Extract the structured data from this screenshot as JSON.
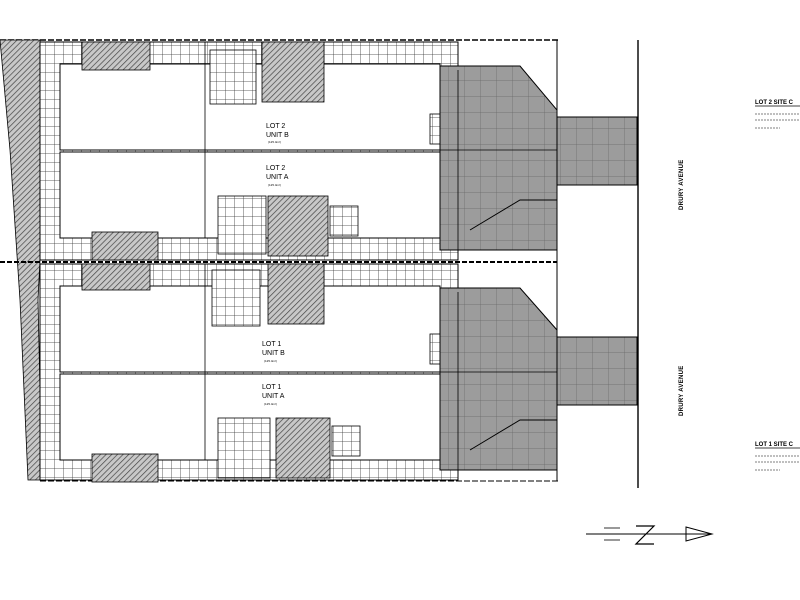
{
  "units": {
    "lot2_unit_b": {
      "lot": "LOT 2",
      "unit": "UNIT B",
      "note": "(125.4m²)"
    },
    "lot2_unit_a": {
      "lot": "LOT 2",
      "unit": "UNIT A",
      "note": "(125.4m²)"
    },
    "lot1_unit_b": {
      "lot": "LOT 1",
      "unit": "UNIT B",
      "note": "(125.4m²)"
    },
    "lot1_unit_a": {
      "lot": "LOT 1",
      "unit": "UNIT A",
      "note": "(125.4m²)"
    }
  },
  "street": {
    "upper": "DRURY AVENUE",
    "lower": "DRURY AVENUE"
  },
  "site_info": {
    "lot2_title": "LOT 2 SITE C",
    "lot1_title": "LOT 1 SITE C"
  },
  "colors": {
    "line": "#000000",
    "hatch": "#555555",
    "tile": "#9a9a9a",
    "background": "#ffffff"
  },
  "north_arrow": "north-arrow-icon"
}
